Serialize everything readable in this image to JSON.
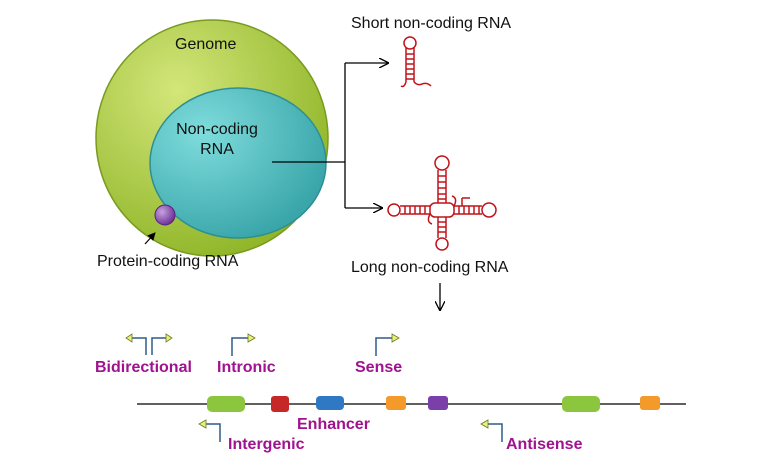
{
  "diagram": {
    "genome_label": "Genome",
    "noncoding_label_line1": "Non-coding",
    "noncoding_label_line2": "RNA",
    "protein_coding_label": "Protein-coding RNA",
    "short_ncrna_label": "Short non-coding RNA",
    "long_ncrna_label": "Long non-coding RNA",
    "lncrna_types": {
      "bidirectional": "Bidirectional",
      "intronic": "Intronic",
      "sense": "Sense",
      "enhancer": "Enhancer",
      "intergenic": "Intergenic",
      "antisense": "Antisense"
    },
    "colors": {
      "genome_fill": "#a8c83a",
      "noncoding_fill": "#4ec1c4",
      "protein_coding_fill": "#8a4fb0",
      "rna_structure": "#c0121a",
      "type_label": "#a0128f",
      "promoter_arrow": "#2e5b8a",
      "promoter_arrowhead": "#e8f27a",
      "exon_green": "#8cc63f",
      "exon_red": "#c62828",
      "exon_blue": "#2f78c4",
      "exon_orange": "#f39a2b",
      "exon_purple": "#7a3fa8"
    }
  }
}
